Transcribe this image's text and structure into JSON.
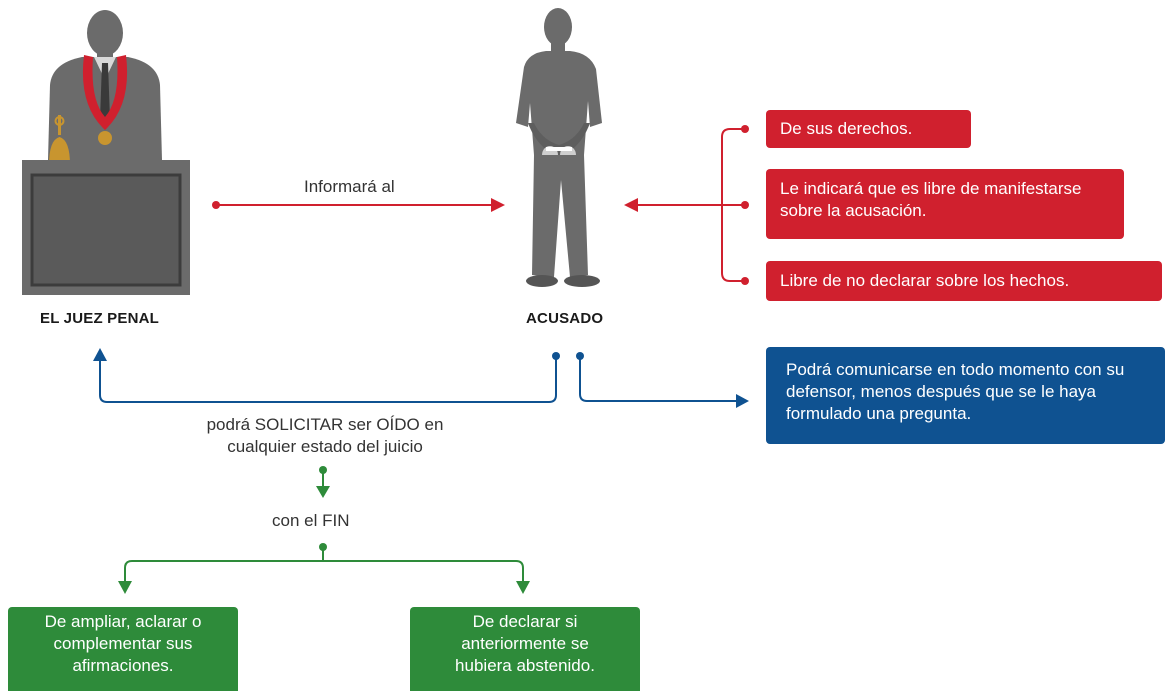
{
  "colors": {
    "red": "#d0202e",
    "blue": "#0f5291",
    "green": "#2e8b3a",
    "figure": "#777777"
  },
  "icons": {
    "judge": "judge-figure-icon",
    "accused": "handcuffed-man-icon",
    "bell": "bell-icon"
  },
  "judge": {
    "label": "EL JUEZ PENAL"
  },
  "accused": {
    "label": "ACUSADO"
  },
  "inform_label": "Informará al",
  "rights": [
    {
      "text": "De sus derechos."
    },
    {
      "text": "Le indicará que es libre de manifestarse sobre la acusación."
    },
    {
      "text": "Libre de no declarar sobre los hechos."
    }
  ],
  "communicate": "Podrá comunicarse en todo momento con su defensor, menos después que se le haya formulado una pregunta.",
  "request": {
    "line1": "podrá SOLICITAR ser OÍDO en",
    "line2": "cualquier estado del juicio"
  },
  "purpose": "con el FIN",
  "outcomes": [
    {
      "text": "De ampliar, aclarar o complementar sus afirmaciones."
    },
    {
      "text": "De declarar si anteriormente se hubiera abstenido."
    }
  ]
}
